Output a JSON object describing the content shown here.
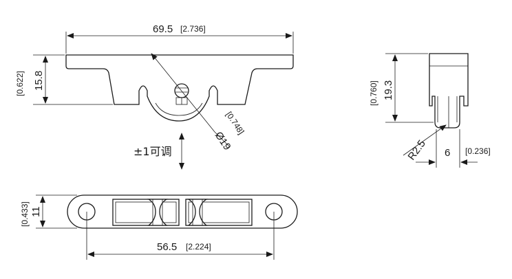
{
  "dimensions": {
    "length": {
      "value": "69.5",
      "inch": "[2.736]"
    },
    "height": {
      "value": "15.8",
      "inch": "[0.622]"
    },
    "diameter": {
      "value": "Ø19",
      "inch": "[0.748]"
    },
    "adjust": {
      "label": "±1可调"
    },
    "side_height": {
      "value": "19.3",
      "inch": "[0.760]"
    },
    "radius": {
      "value": "R2.5"
    },
    "side_width": {
      "value": "6",
      "inch": "[0.236]"
    },
    "bottom_width": {
      "value": "11",
      "inch": "[0.433]"
    },
    "hole_spacing": {
      "value": "56.5",
      "inch": "[2.224]"
    }
  },
  "colors": {
    "line": "#1a1a1a",
    "background": "#ffffff"
  }
}
